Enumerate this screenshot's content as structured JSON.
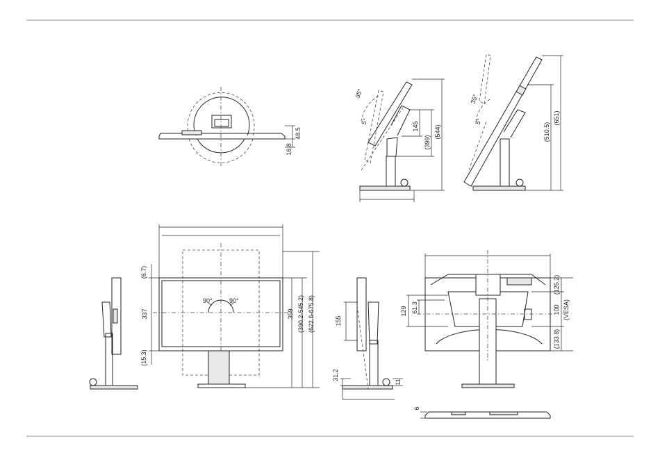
{
  "diagram": {
    "top_view": {
      "dim_depth": "48.5",
      "dim_base": "16.8"
    },
    "tilt_view": {
      "angle_forward": "35°",
      "angle_back": "5°",
      "dim_145": "145",
      "dim_399": "(399)",
      "dim_544": "(544)"
    },
    "tilt_view_high": {
      "angle_forward": "35°",
      "angle_back": "5°",
      "dim_510": "(510.5)",
      "dim_651": "(651)"
    },
    "front_view": {
      "dim_top": "(6.7)",
      "dim_height": "337",
      "dim_bottom": "(15.3)",
      "dim_359": "359",
      "dim_range1": "(390.2-545.2)",
      "dim_range2": "(622.6-675.8)",
      "rot_left": "90°",
      "rot_right": "90°"
    },
    "side_view_mid": {
      "dim_155": "155",
      "dim_312": "31.2",
      "dim_11": "11"
    },
    "rear_view": {
      "dim_129": "129",
      "dim_613": "61.3",
      "dim_1252": "(125.2)",
      "dim_100": "100",
      "dim_vesa": "(VESA)",
      "dim_1338": "(133.8)"
    },
    "bottom_view": {
      "dim_6": "6"
    }
  }
}
